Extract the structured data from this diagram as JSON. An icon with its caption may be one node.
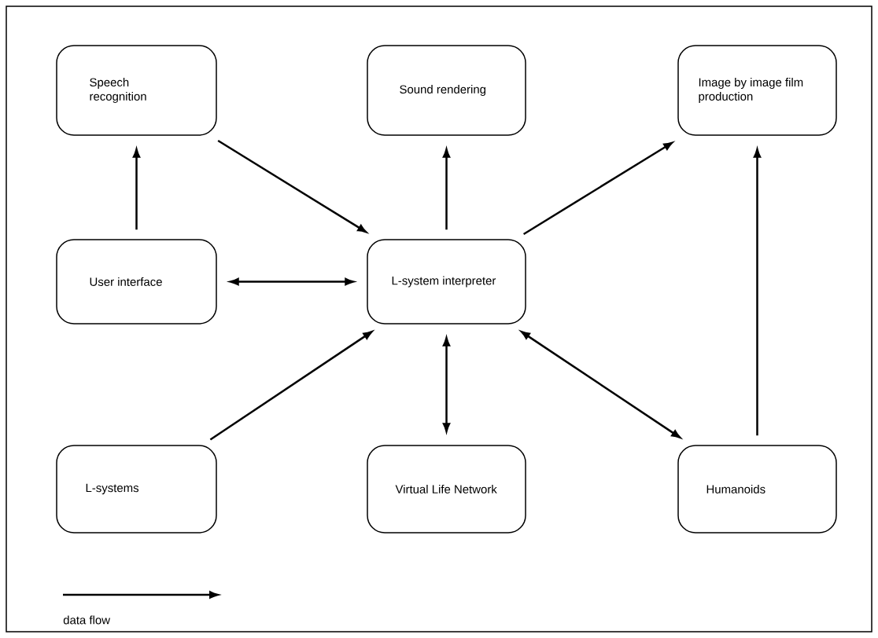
{
  "diagram": {
    "nodes": [
      {
        "text": [
          "Speech recognition"
        ]
      },
      {
        "text": [
          "Sound rendering"
        ]
      },
      {
        "text": [
          "Image by image film production"
        ]
      },
      {
        "text": [
          "User interface"
        ]
      },
      {
        "text": [
          "L-system interpreter"
        ]
      },
      {
        "text": [
          "L-systems"
        ]
      },
      {
        "text": [
          "Virtual Life Network"
        ]
      },
      {
        "text": [
          "Humanoids"
        ]
      }
    ],
    "edges": [
      {
        "from": 0,
        "to": 4,
        "arrow": "to"
      },
      {
        "from": 4,
        "to": 1,
        "arrow": "to"
      },
      {
        "from": 4,
        "to": 2,
        "arrow": "to"
      },
      {
        "from": 3,
        "to": 0,
        "arrow": "to"
      },
      {
        "from": 3,
        "to": 4,
        "arrow": "both"
      },
      {
        "from": 5,
        "to": 4,
        "arrow": "to"
      },
      {
        "from": 4,
        "to": 6,
        "arrow": "both"
      },
      {
        "from": 4,
        "to": 7,
        "arrow": "both"
      },
      {
        "from": 7,
        "to": 2,
        "arrow": "to"
      }
    ],
    "legend": [
      {
        "text": "data flow"
      }
    ]
  }
}
